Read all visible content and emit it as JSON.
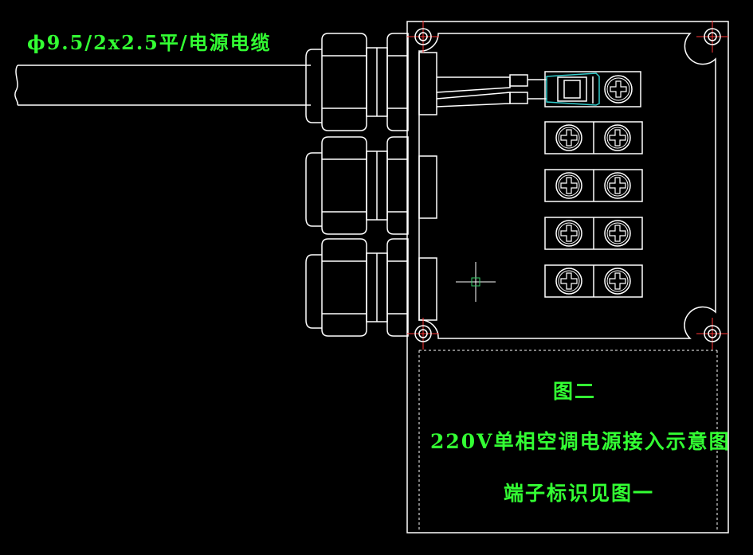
{
  "labels": {
    "cable_spec": "ϕ9.5/2x2.5平/电源电缆",
    "figure_title": "图二",
    "figure_subtitle": "220V单相空调电源接入示意图",
    "figure_note": "端子标识见图一"
  },
  "colors": {
    "background": "#000000",
    "line": "#ffffff",
    "text": "#33ff33",
    "centerline": "#ff3333",
    "highlight": "#33cccc",
    "cursor": "#ffffff"
  },
  "terminal_block": {
    "rows": 4,
    "screws_per_row": 2
  },
  "glands": 3
}
